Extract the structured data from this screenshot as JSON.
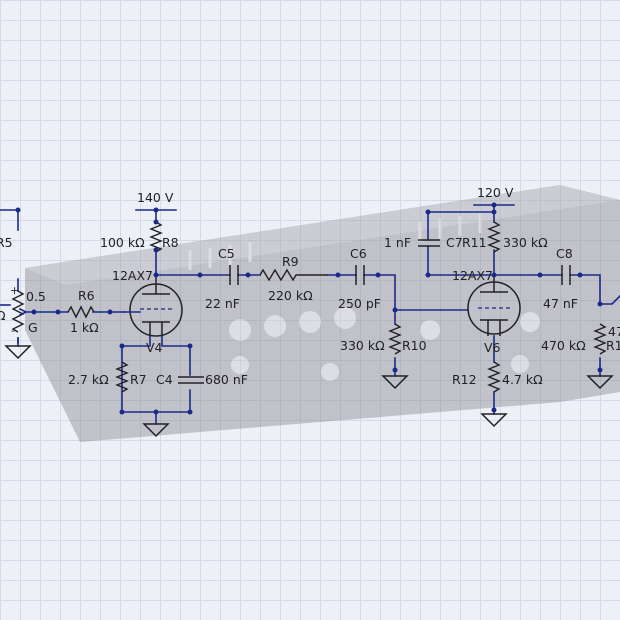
{
  "colors": {
    "background": "#eef0f7",
    "grid": "#d6d9e6",
    "wire": "#1a2a8a",
    "component": "#222222",
    "watermark_panel": "#7a7a80"
  },
  "labels": {
    "r5": "R5",
    "left_ohm": "Ω",
    "pot_plus": "+",
    "pot_value": "0.5",
    "pot_minus": "-",
    "pot_g": "G",
    "r6_name": "R6",
    "r6_value": "1 kΩ",
    "v140": "140 V",
    "r8_value": "100 kΩ",
    "r8_name": "R8",
    "tube1": "12AX7",
    "v4": "V4",
    "r7_value": "2.7 kΩ",
    "r7_name": "R7",
    "c4_name": "C4",
    "c4_value": "680 nF",
    "c5_name": "C5",
    "c5_value": "22 nF",
    "r9_name": "R9",
    "r9_value": "220 kΩ",
    "c6_name": "C6",
    "c6_value": "250 pF",
    "r10_value": "330 kΩ",
    "r10_name": "R10",
    "v120": "120 V",
    "c7_value": "1 nF",
    "c7_name": "C7",
    "r11_name": "R11",
    "r11_value": "330 kΩ",
    "c8_name": "C8",
    "c8_value": "47 nF",
    "tube2": "12AX7",
    "v6": "V6",
    "r12_name": "R12",
    "r12_value": "4.7 kΩ",
    "r13_value": "470 kΩ",
    "r13_name": "R1",
    "right_clip": "47"
  }
}
